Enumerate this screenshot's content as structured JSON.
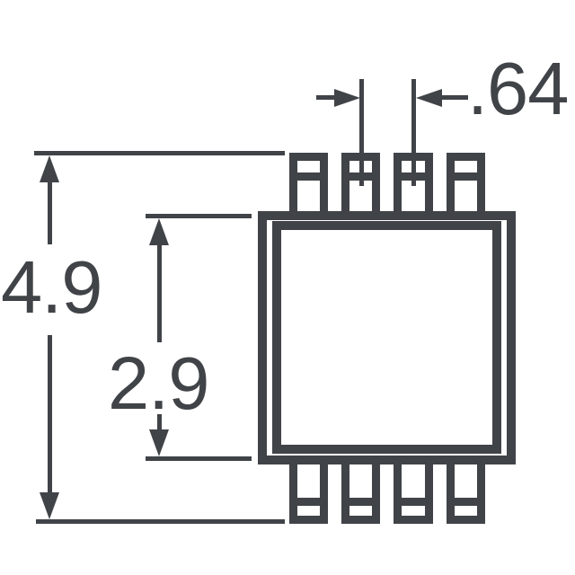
{
  "diagram": {
    "type": "ic-package-dimension-drawing",
    "background": "#ffffff",
    "line_color": "#404347",
    "package": {
      "top_pin_count": 4,
      "bottom_pin_count": 4
    },
    "dimensions": {
      "pin_pitch": ".64",
      "lead_to_lead_height": "4.9",
      "body_height": "2.9"
    }
  }
}
